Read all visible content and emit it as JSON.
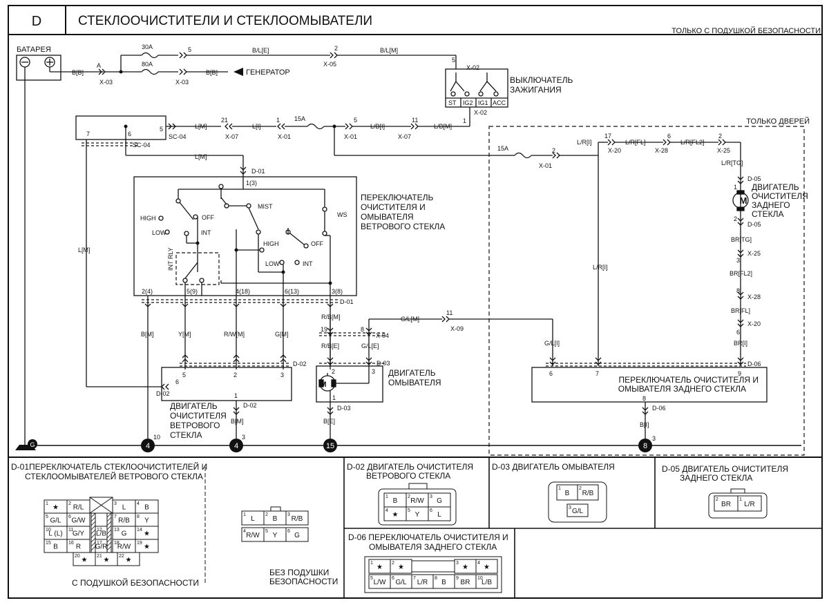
{
  "header": {
    "letter": "D",
    "title": "СТЕКЛООЧИСТИТЕЛИ И СТЕКЛООМЫВАТЕЛИ",
    "airbag_note": "ТОЛЬКО С ПОДУШКОЙ БЕЗОПАСНОСТИ"
  },
  "power": {
    "battery_label": "БАТАРЕЯ",
    "batt_wire": "B[B]",
    "pin_a": "A",
    "x03": "X-03",
    "fuse_30a": "30A",
    "fuse_80a": "80A",
    "pin_5": "5",
    "pin_2": "2",
    "wire_bl_e": "B/L[E]",
    "wire_bl_m": "B/L[M]",
    "x05": "X-05",
    "gen_wire": "B[B]",
    "generator": "ГЕНЕРАТОР"
  },
  "ignition": {
    "label_line1": "ВЫКЛЮЧАТЕЛЬ",
    "label_line2": "ЗАЖИГАНИЯ",
    "pin_top": "5",
    "conn_top": "X-02",
    "pin_bottom": "1",
    "conn_bottom": "X-02",
    "terminals": [
      "ST",
      "IG2",
      "IG1",
      "ACC"
    ]
  },
  "junction": {
    "pin7": "7",
    "pin6": "6",
    "pin5": "5",
    "sc04": "SC-04",
    "wire_lm": "L[M]",
    "pin21": "21",
    "x07": "X-07",
    "wire_li": "L[I]",
    "pin1": "1",
    "x01": "X-01",
    "fuse15": "15A",
    "pin5b": "5",
    "x01b": "X-01",
    "wire_lbi": "L/B[I]",
    "pin11": "11",
    "x07b": "X-07",
    "wire_lbm": "L/B[M]",
    "wire_lm2": "L[M]",
    "d01": "D-01",
    "wire_lm_left": "L[M]"
  },
  "door_only": {
    "label": "ТОЛЬКО  ДВЕРЕЙ",
    "fuse15": "15A",
    "pin2": "2",
    "x01": "X-01",
    "wire_lri": "L/R[I]",
    "pin17": "17",
    "x20": "X-20",
    "wire_lrfl": "L/R[FL]",
    "pin6": "6",
    "x28": "X-28",
    "wire_lrfl2": "L/R[FL2]",
    "pin2b": "2",
    "x25": "X-25",
    "wire_lrtg": "L/R[TG]",
    "d05a": "D-05",
    "d05_pin1": "1",
    "d05_pin2": "2",
    "d05b": "D-05",
    "motor_l1": "ДВИГАТЕЛЬ",
    "motor_l2": "ОЧИСТИТЕЛЯ",
    "motor_l3": "ЗАДНЕГО",
    "motor_l4": "СТЕКЛА",
    "br_tg": "BR[TG]",
    "p3": "3",
    "x25b": "X-25",
    "br_fl2": "BR[FL2]",
    "p8": "8",
    "x28b": "X-28",
    "br_fl": "BR[FL]",
    "p6": "6",
    "x20b": "X-20",
    "br_i": "BR[I]",
    "d06": "D-06",
    "wire_lri_v": "L/R[I]",
    "wire_gli": "G/L[I]",
    "gl_m": "G/L[M]",
    "pin11": "11",
    "x09": "X-09",
    "rear_pins": [
      "6",
      "7",
      "9"
    ],
    "rear_l1": "ПЕРЕКЛЮЧАТЕЛЬ ОЧИСТИТЕЛЯ И",
    "rear_l2": "ОМЫВАТЕЛЯ ЗАДНЕГО СТЕКЛА",
    "rear_pin8": "8",
    "rear_d06": "D-06",
    "bi": "B[I]",
    "ground_num": "8",
    "ground_pin": "3"
  },
  "front_switch": {
    "title_l1": "ПЕРЕКЛЮЧАТЕЛЬ",
    "title_l2": "ОЧИСТИТЕЛЯ И",
    "title_l3": "ОМЫВАТЕЛЯ",
    "title_l4": "ВЕТРОВОГО СТЕКЛА",
    "pin_top": "1(3)",
    "high": "HIGH",
    "low": "LOW",
    "off": "OFF",
    "int": "INT",
    "mist": "MIST",
    "ws": "WS",
    "high2": "HIGH",
    "off2": "OFF",
    "low2": "LOW",
    "int2": "INT",
    "int_rly": "INT RLY",
    "bottom_pins": [
      "2(4)",
      "5(9)",
      "4(18)",
      "6(13)",
      "3(8)"
    ],
    "d01": "D-01",
    "wires": [
      "B[M]",
      "Y[M]",
      "R/W[M]",
      "G[M]",
      "R/B[M]"
    ],
    "lm_left": "L[M]"
  },
  "front_motor": {
    "pins": [
      "5",
      "2",
      "3"
    ],
    "pin6": "6",
    "d02": "D-02",
    "d02b": "D-02",
    "pin1": "1",
    "d02c": "D-02",
    "wire": "B[M]",
    "label_l1": "ДВИГАТЕЛЬ",
    "label_l2": "ОЧИСТИТЕЛЯ",
    "label_l3": "ВЕТРОВОГО",
    "label_l4": "СТЕКЛА"
  },
  "washer": {
    "pin19": "19",
    "pin8": "8",
    "x04": "X-04",
    "rbe": "R/B[E]",
    "gle": "G/L[E]",
    "d03": "D-03",
    "pin2": "2",
    "pin3": "3",
    "pin1": "1",
    "d03b": "D-03",
    "be": "B[E]",
    "label_l1": "ДВИГАТЕЛЬ",
    "label_l2": "ОМЫВАТЕЛЯ"
  },
  "grounds": [
    {
      "num": "4",
      "pin": "10"
    },
    {
      "num": "4",
      "pin": "3"
    },
    {
      "num": "15",
      "pin": ""
    }
  ],
  "ground_symbol": "G",
  "connectors": {
    "d01": {
      "title_l1": "D-01ПЕРЕКЛЮЧАТЕЛЬ СТЕКЛООЧИСТИТЕЛЕЙ И",
      "title_l2": "СТЕКЛООМЫВАТЕЛЕЙ ВЕТРОВОГО СТЕКЛА",
      "with_airbag": "С ПОДУШКОЙ БЕЗОПАСНОСТИ",
      "without_l1": "БЕЗ ПОДУШКИ",
      "without_l2": "БЕЗОПАСНОСТИ",
      "grid": [
        [
          "1",
          "★",
          "2",
          "R/L",
          "",
          "",
          "3",
          "L",
          "4",
          "B"
        ],
        [
          "5",
          "G/L",
          "6",
          "G/W",
          "",
          "",
          "7",
          "R/B",
          "8",
          "Y"
        ],
        [
          "10",
          "L (L)",
          "11",
          "G/Y",
          "12",
          "L/B",
          "13",
          "G",
          "14",
          "★"
        ],
        [
          "15",
          "B",
          "16",
          "R",
          "17",
          "G/R",
          "18",
          "R/W",
          "19",
          "★"
        ]
      ],
      "bottom": [
        [
          "20",
          "★"
        ],
        [
          "21",
          "★"
        ],
        [
          "22",
          "★"
        ]
      ],
      "small": [
        [
          "1",
          "L",
          "2",
          "B",
          "3",
          "R/B"
        ],
        [
          "4",
          "R/W",
          "5",
          "Y",
          "6",
          "G"
        ]
      ]
    },
    "d02": {
      "title_l1": "D-02 ДВИГАТЕЛЬ ОЧИСТИТЕЛЯ",
      "title_l2": "ВЕТРОВОГО СТЕКЛА",
      "cells": [
        [
          "1",
          "B",
          "2",
          "R/W",
          "3",
          "G"
        ],
        [
          "4",
          "★",
          "5",
          "Y",
          "6",
          "L"
        ]
      ]
    },
    "d03": {
      "title": "D-03 ДВИГАТЕЛЬ ОМЫВАТЕЛЯ",
      "cells": [
        [
          "1",
          "B",
          "2",
          "R/B"
        ],
        [
          "3",
          "G/L"
        ]
      ]
    },
    "d05": {
      "title_l1": "D-05 ДВИГАТЕЛЬ ОЧИСТИТЕЛЯ",
      "title_l2": "ЗАДНЕГО СТЕКЛА",
      "cells": [
        [
          "2",
          "BR",
          "1",
          "L/R"
        ]
      ]
    },
    "d06": {
      "title_l1": "D-06 ПЕРЕКЛЮЧАТЕЛЬ ОЧИСТИТЕЛЯ И",
      "title_l2": "ОМЫВАТЕЛЯ ЗАДНЕГО СТЕКЛА",
      "top": [
        [
          "1",
          "★"
        ],
        [
          "2",
          "★"
        ],
        [
          "3",
          "★"
        ],
        [
          "4",
          "★"
        ]
      ],
      "bottom": [
        [
          "5",
          "L/W"
        ],
        [
          "6",
          "G/L"
        ],
        [
          "7",
          "L/R"
        ],
        [
          "8",
          "B"
        ],
        [
          "9",
          "BR"
        ],
        [
          "10",
          "L/B"
        ]
      ]
    }
  }
}
